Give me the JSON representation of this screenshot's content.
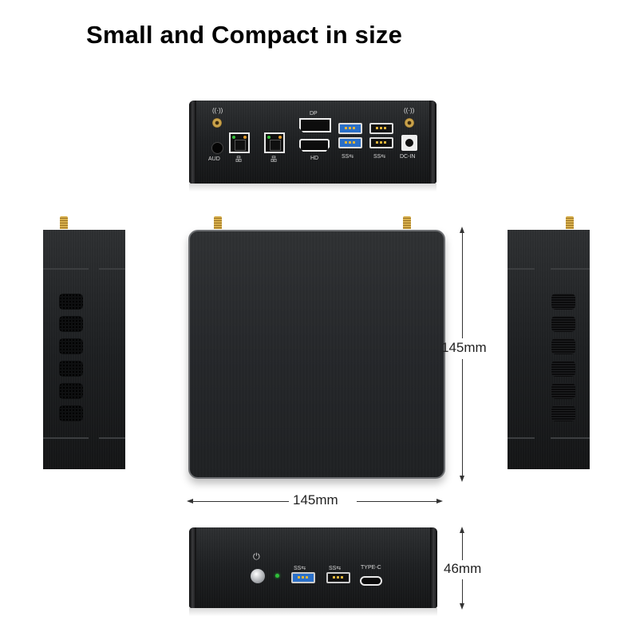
{
  "title": "Small and Compact in size",
  "rear_panel": {
    "labels": {
      "audio": "AUD",
      "displayport": "DP",
      "hdmi": "HD",
      "usb3_left": "SS⇆",
      "usb3_right": "SS⇆",
      "dc_in": "DC-IN",
      "lan1": "品",
      "lan2": "品",
      "wifi": "((·))"
    }
  },
  "front_panel": {
    "labels": {
      "power": "⏻",
      "usb3_blue": "SS⇆",
      "usb3_black": "SS⇆",
      "type_c": "TYPE-C"
    }
  },
  "dimensions": {
    "width": "145mm",
    "depth": "145mm",
    "height": "46mm"
  },
  "colors": {
    "body": "#1d1f21",
    "antenna_gold": "#c9a24b",
    "usb_blue": "#2a6fc8",
    "led_green": "#2fbf3a",
    "led_orange": "#e39a2a"
  }
}
